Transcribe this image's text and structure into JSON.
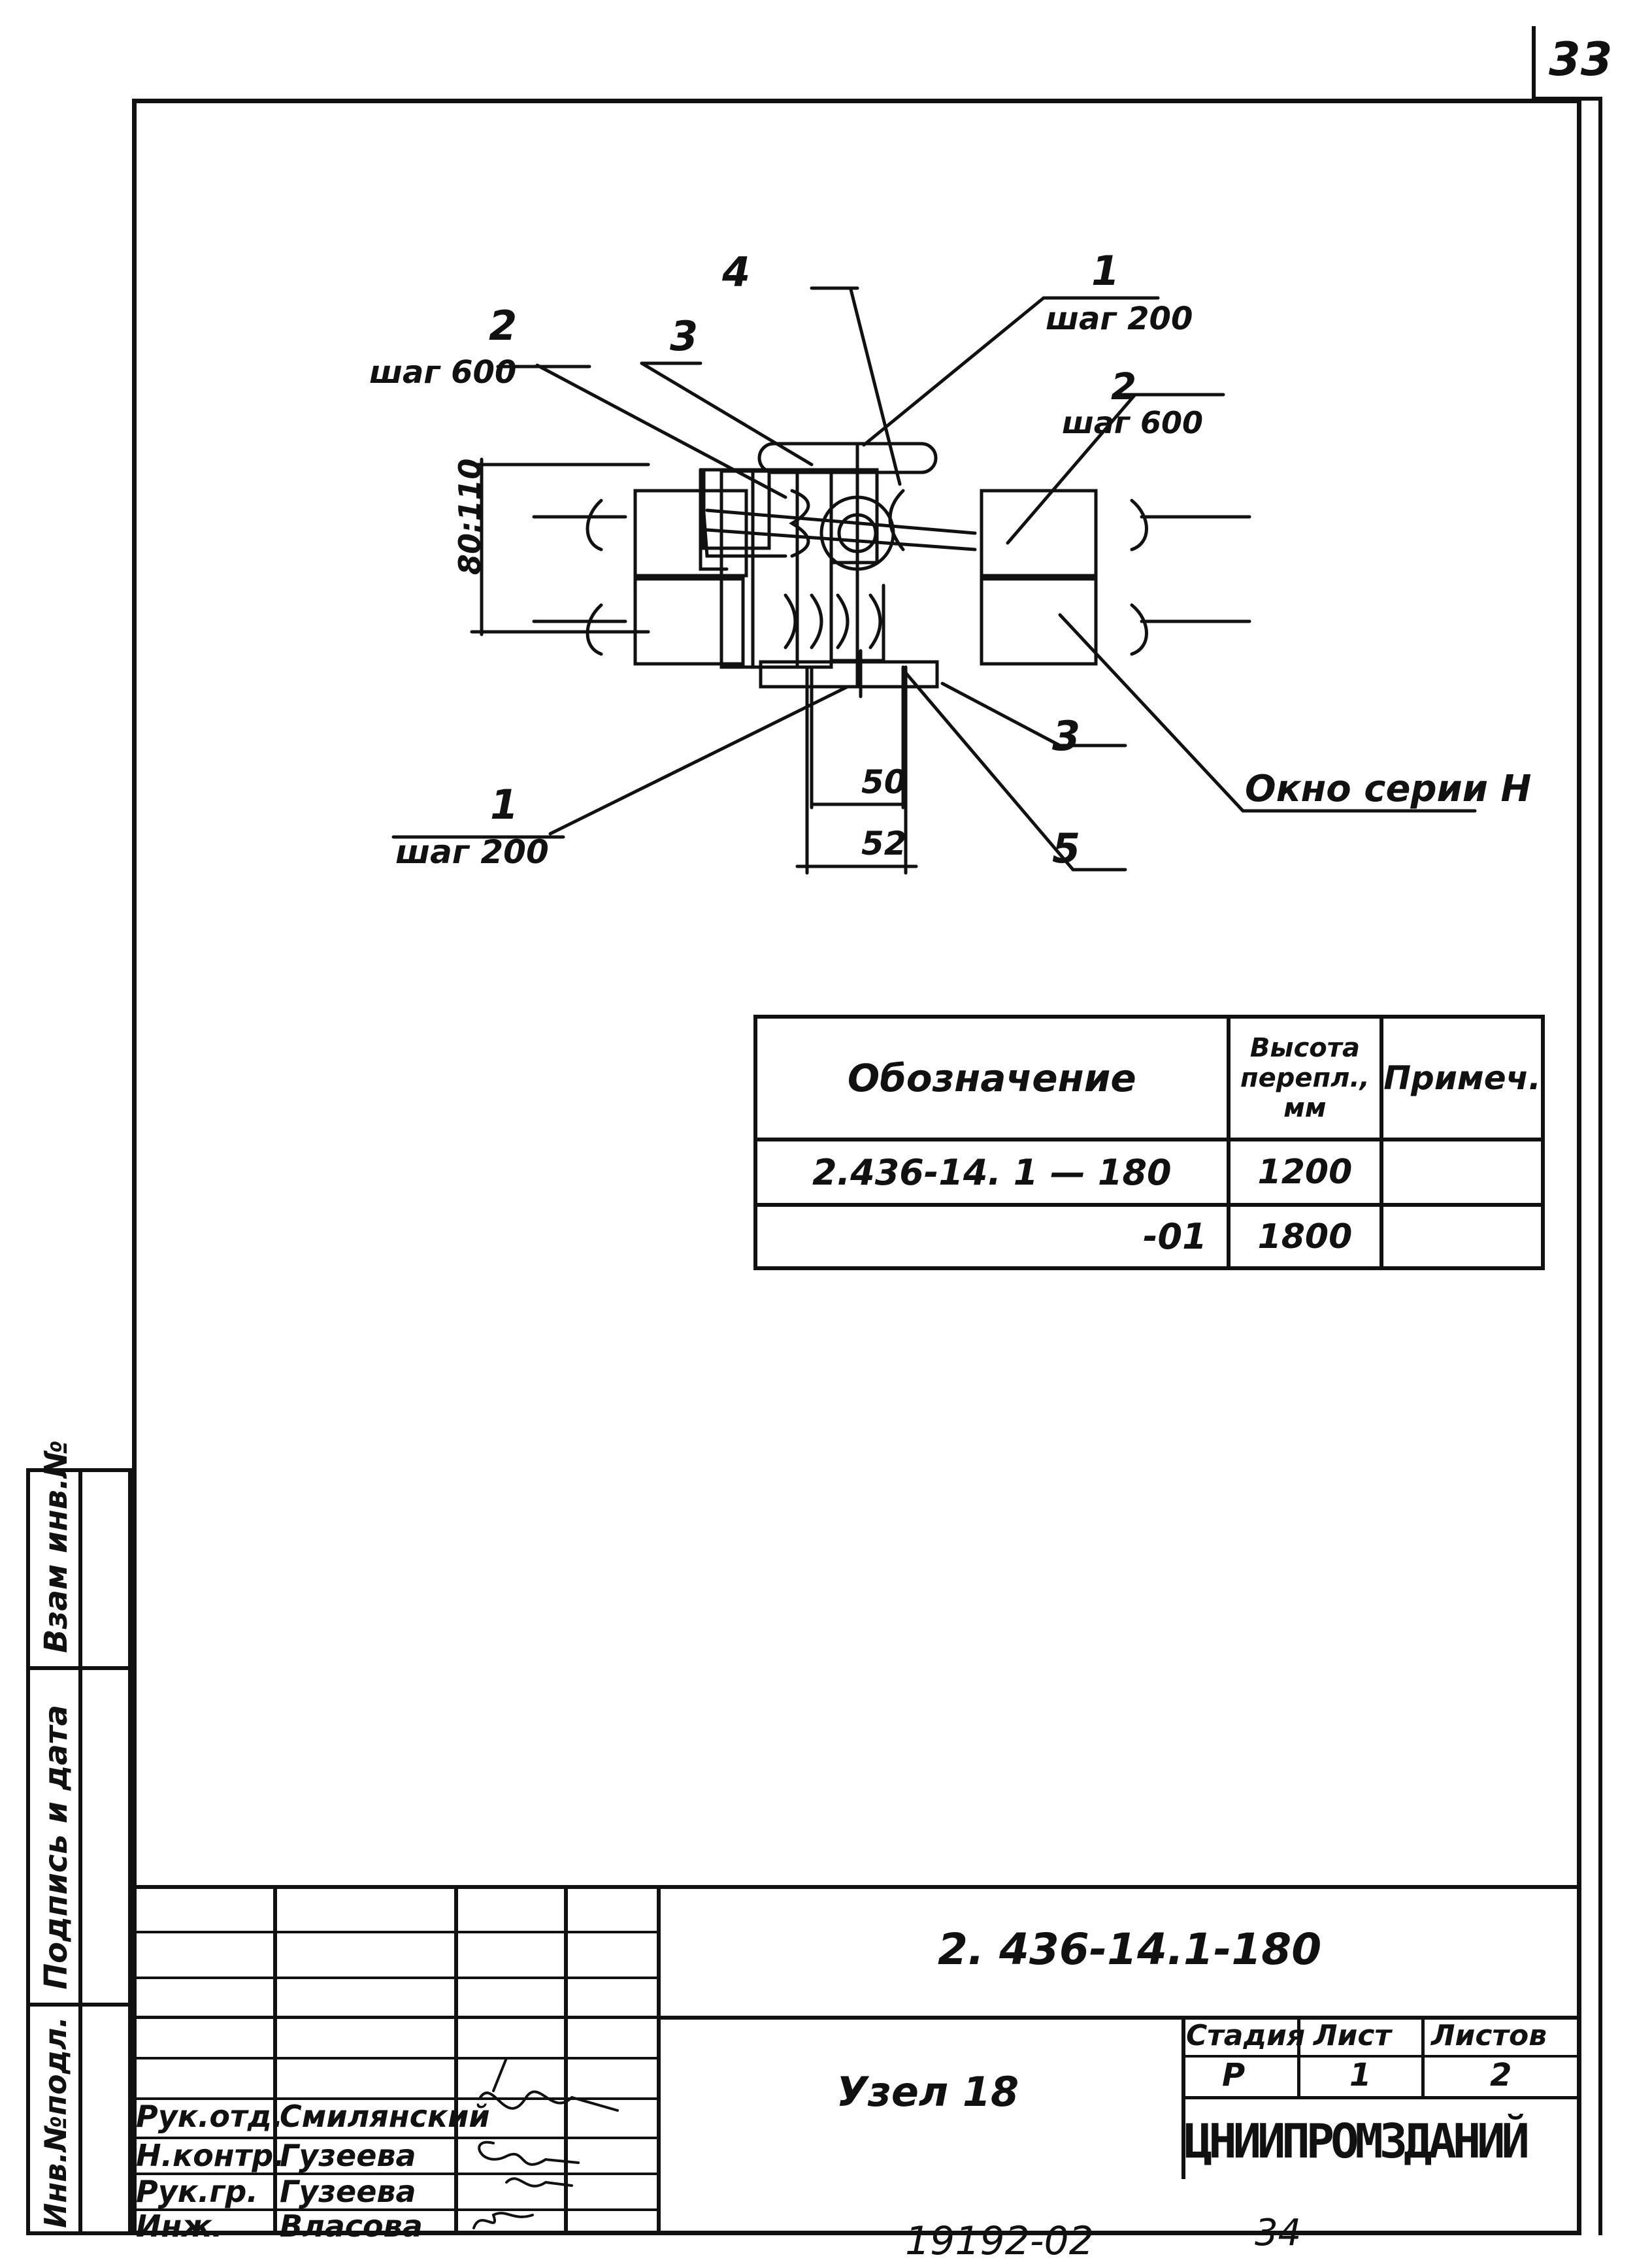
{
  "page_number": "33",
  "drawing": {
    "callouts": {
      "c4_num": "4",
      "c1_top_num": "1",
      "c1_top_step": "шаг 200",
      "c2_left_num": "2",
      "c2_left_step": "шаг 600",
      "c3_top_num": "3",
      "c2_right_num": "2",
      "c2_right_step": "шаг 600",
      "dim_height": "80:110",
      "dim_50": "50",
      "dim_52": "52",
      "c3_bottom_num": "3",
      "c5_num": "5",
      "c1_bottom_num": "1",
      "c1_bottom_step": "шаг 200",
      "window_label": "Окно серии Н"
    }
  },
  "spec_table": {
    "headers": {
      "designation": "Обозначение",
      "height": "Высота перепл., мм",
      "note": "Примеч."
    },
    "rows": [
      {
        "designation": "2.436-14. 1 — 180",
        "height": "1200",
        "note": ""
      },
      {
        "designation": "-01",
        "height": "1800",
        "note": ""
      }
    ]
  },
  "side_stamp": {
    "vzam": "Взам инв.№",
    "podpis": "Подпись и дата",
    "inv": "Инв.№подл."
  },
  "title_block": {
    "doc_code": "2. 436-14.1-180",
    "title": "Узел 18",
    "org": "ЦНИИПРОМЗДАНИЙ",
    "stage_header": "Стадия",
    "sheet_header": "Лист",
    "sheets_header": "Листов",
    "stage": "Р",
    "sheet": "1",
    "sheets": "2",
    "people": [
      {
        "role": "Рук.отд.",
        "name": "Смилянский"
      },
      {
        "role": "Н.контр.",
        "name": "Гузеева"
      },
      {
        "role": "Рук.гр.",
        "name": "Гузеева"
      },
      {
        "role": "Инж.",
        "name": "Власова"
      }
    ]
  },
  "footer": {
    "archive": "19192-02",
    "page": "34"
  }
}
